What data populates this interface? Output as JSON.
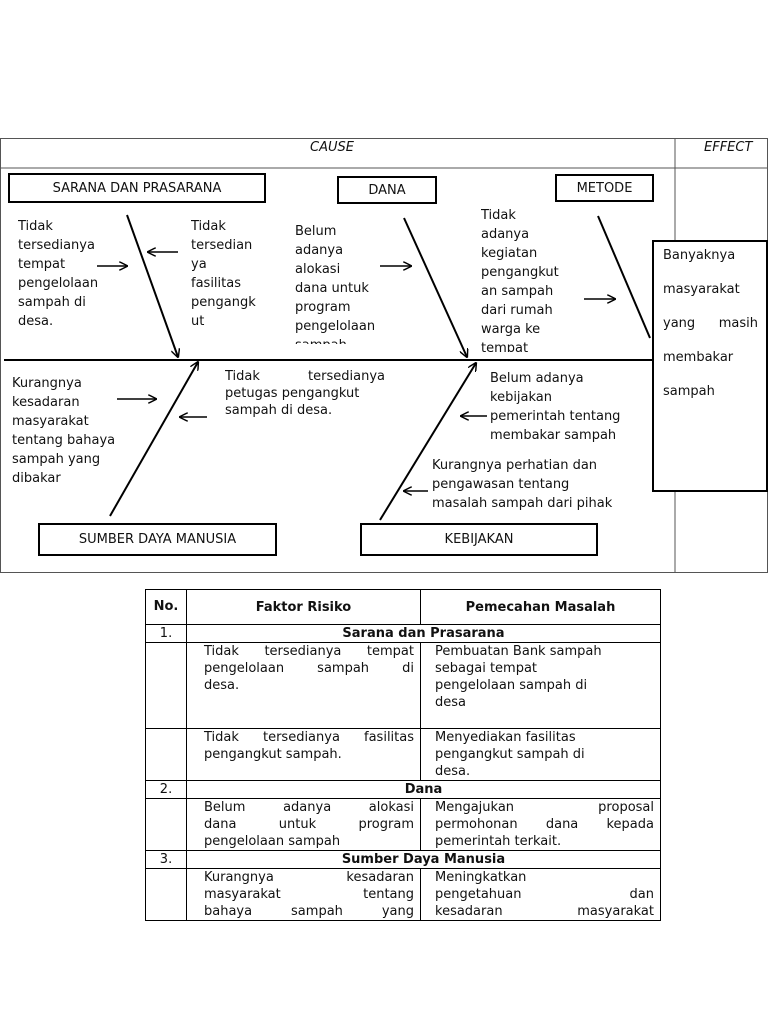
{
  "diagram": {
    "header": {
      "cause": "CAUSE",
      "effect": "EFFECT"
    },
    "categories": {
      "sarana": "SARANA DAN PRASARANA",
      "dana": "DANA",
      "metode": "METODE",
      "sdm": "SUMBER DAYA MANUSIA",
      "kebijakan": "KEBIJAKAN"
    },
    "effect_lines": [
      "Banyaknya",
      "masyarakat",
      "yang masih",
      "membakar",
      "sampah"
    ],
    "causes": {
      "sarana_1": [
        "Tidak",
        "tersedianya",
        "tempat",
        "pengelolaan",
        "sampah di",
        "desa."
      ],
      "sarana_2": [
        "Tidak",
        "tersedian",
        "ya",
        "fasilitas",
        "pengangk",
        "ut"
      ],
      "dana_1": [
        "Belum",
        "adanya",
        "alokasi",
        "dana untuk",
        "program",
        "pengelolaan",
        "sampah"
      ],
      "metode_1": [
        "Tidak",
        "adanya",
        "kegiatan",
        "pengangkut",
        "an sampah",
        "dari rumah",
        "warga ke",
        "tempat"
      ],
      "sdm_1": [
        "Kurangnya",
        "kesadaran",
        "masyarakat",
        "tentang bahaya",
        "sampah yang",
        "dibakar"
      ],
      "sdm_2": [
        "Tidak tersedianya",
        "petugas pengangkut",
        "sampah di desa."
      ],
      "kebijakan_1": [
        "Belum adanya",
        "kebijakan",
        "pemerintah tentang",
        "membakar sampah"
      ],
      "kebijakan_2": [
        "Kurangnya perhatian dan",
        "pengawasan tentang",
        "masalah sampah dari pihak"
      ]
    }
  },
  "table": {
    "headers": {
      "no": "No.",
      "factor": "Faktor Risiko",
      "solution": "Pemecahan Masalah"
    },
    "sections": [
      {
        "no": "1.",
        "title": "Sarana dan Prasarana",
        "rows": [
          {
            "factor": [
              "Tidak tersedianya tempat",
              "pengelolaan sampah di",
              "desa."
            ],
            "solution": [
              "Pembuatan Bank sampah",
              "sebagai tempat",
              "pengelolaan sampah di",
              "desa"
            ]
          },
          {
            "factor": [
              "Tidak tersedianya fasilitas",
              "pengangkut sampah."
            ],
            "solution": [
              "Menyediakan fasilitas",
              "pengangkut sampah di",
              "desa."
            ]
          }
        ]
      },
      {
        "no": "2.",
        "title": "Dana",
        "rows": [
          {
            "factor": [
              "Belum adanya alokasi",
              "dana untuk program",
              "pengelolaan sampah"
            ],
            "solution": [
              "Mengajukan proposal",
              "permohonan dana kepada",
              "pemerintah terkait."
            ]
          }
        ]
      },
      {
        "no": "3.",
        "title": "Sumber Daya Manusia",
        "rows": [
          {
            "factor": [
              "Kurangnya kesadaran",
              "masyarakat tentang",
              "bahaya sampah yang"
            ],
            "solution": [
              "Meningkatkan",
              "pengetahuan dan",
              "kesadaran masyarakat"
            ]
          }
        ]
      }
    ]
  }
}
